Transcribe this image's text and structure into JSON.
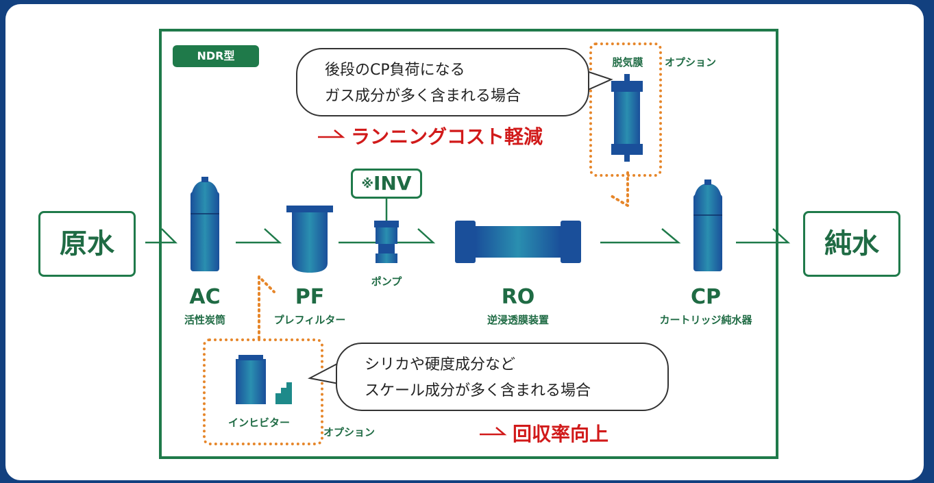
{
  "tag": "NDR型",
  "source": "原水",
  "product": "純水",
  "units": {
    "ac": {
      "code": "AC",
      "name": "活性炭筒"
    },
    "pf": {
      "code": "PF",
      "name": "プレフィルター"
    },
    "pump": {
      "name": "ポンプ",
      "inverter_mark": "※",
      "inverter": "INV"
    },
    "ro": {
      "code": "RO",
      "name": "逆浸透膜装置"
    },
    "cp": {
      "code": "CP",
      "name": "カートリッジ純水器"
    },
    "degas": {
      "name": "脱気膜",
      "option": "オプション"
    },
    "inhibitor": {
      "name": "インヒビター",
      "option": "オプション"
    }
  },
  "callout_top": {
    "line1": "後段のCP負荷になる",
    "line2": "ガス成分が多く含まれる場合",
    "benefit": "ランニングコスト軽減"
  },
  "callout_bottom": {
    "line1": "シリカや硬度成分など",
    "line2": "スケール成分が多く含まれる場合",
    "benefit": "回収率向上"
  },
  "colors": {
    "frame_green": "#1f7a4a",
    "equipment_blue": "#1d63b0",
    "equipment_teal": "#1e8a8a",
    "highlight_red": "#d11a1a",
    "option_orange": "#e6862a",
    "background_navy": "#12407f"
  }
}
